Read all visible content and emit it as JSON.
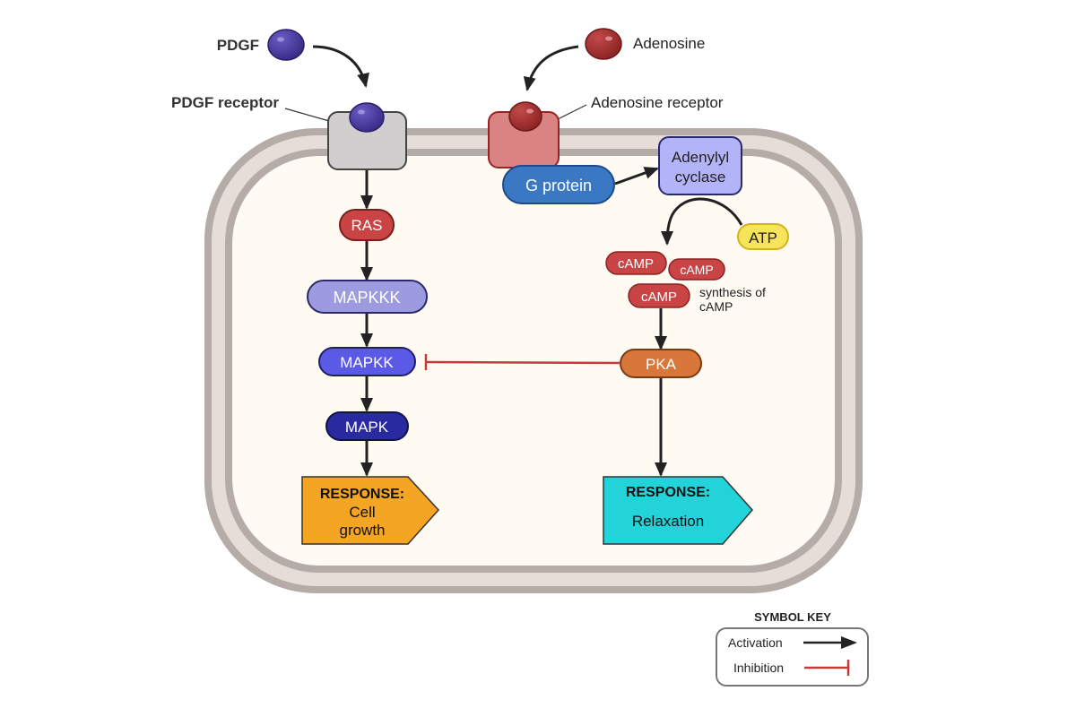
{
  "ligands": {
    "pdgf": {
      "label": "PDGF",
      "color": "#4a3a9a"
    },
    "adenosine": {
      "label": "Adenosine",
      "color": "#a83232"
    }
  },
  "receptors": {
    "pdgf_receptor": {
      "label": "PDGF receptor",
      "color": "#d0cece"
    },
    "adenosine_receptor": {
      "label": "Adenosine receptor",
      "color": "#d98383"
    }
  },
  "left_pathway": {
    "nodes": [
      {
        "id": "ras",
        "label": "RAS",
        "color": "#c94545"
      },
      {
        "id": "mapkkk",
        "label": "MAPKKK",
        "color": "#9d9be0"
      },
      {
        "id": "mapkk",
        "label": "MAPKK",
        "color": "#5a5ae6"
      },
      {
        "id": "mapk",
        "label": "MAPK",
        "color": "#2a2aa0"
      }
    ],
    "response": {
      "title": "RESPONSE:",
      "text_lines": [
        "Cell",
        "growth"
      ],
      "color": "#f5a524"
    }
  },
  "right_pathway": {
    "g_protein": {
      "label": "G protein",
      "color": "#3b78c4"
    },
    "adenylyl_cyclase": {
      "label_lines": [
        "Adenylyl",
        "cyclase"
      ],
      "color": "#b3b3f7"
    },
    "atp": {
      "label": "ATP",
      "color": "#f7e45a"
    },
    "camp": {
      "labels": [
        "cAMP",
        "cAMP",
        "cAMP"
      ],
      "color": "#c94545"
    },
    "camp_note_lines": [
      "synthesis of",
      "cAMP"
    ],
    "pka": {
      "label": "PKA",
      "color": "#d9773a"
    },
    "response": {
      "title": "RESPONSE:",
      "text_lines": [
        "Relaxation"
      ],
      "color": "#22d3d9"
    }
  },
  "interactions": [
    {
      "from": "PDGF",
      "to": "PDGF receptor",
      "type": "activation"
    },
    {
      "from": "Adenosine",
      "to": "Adenosine receptor",
      "type": "activation"
    },
    {
      "from": "PDGF receptor",
      "to": "RAS",
      "type": "activation"
    },
    {
      "from": "RAS",
      "to": "MAPKKK",
      "type": "activation"
    },
    {
      "from": "MAPKKK",
      "to": "MAPKK",
      "type": "activation"
    },
    {
      "from": "MAPKK",
      "to": "MAPK",
      "type": "activation"
    },
    {
      "from": "MAPK",
      "to": "Cell growth",
      "type": "activation"
    },
    {
      "from": "G protein",
      "to": "Adenylyl cyclase",
      "type": "activation"
    },
    {
      "from": "ATP",
      "to": "cAMP",
      "type": "activation"
    },
    {
      "from": "cAMP",
      "to": "PKA",
      "type": "activation"
    },
    {
      "from": "PKA",
      "to": "MAPKK",
      "type": "inhibition"
    },
    {
      "from": "PKA",
      "to": "Relaxation",
      "type": "activation"
    }
  ],
  "symbol_key": {
    "title": "SYMBOL KEY",
    "activation_label": "Activation",
    "inhibition_label": "Inhibition"
  },
  "colors": {
    "membrane_outer": "#b5aca8",
    "membrane_inner": "#e6dcd8",
    "cytoplasm": "#fffbf3",
    "activation": "#222222",
    "inhibition": "#c83a3a"
  }
}
